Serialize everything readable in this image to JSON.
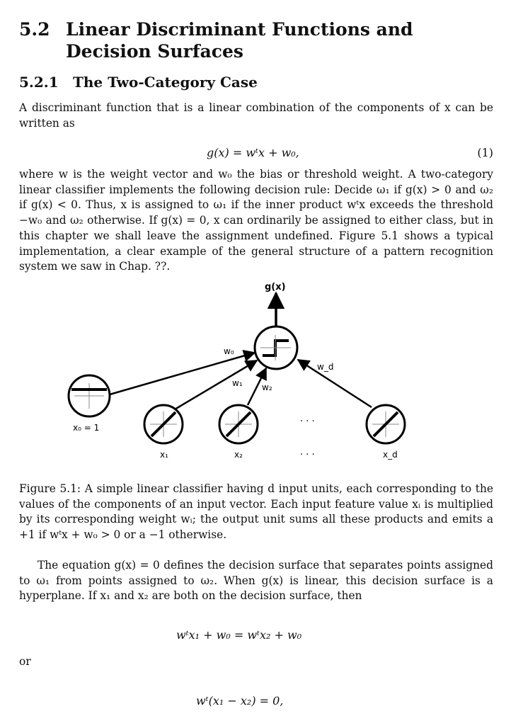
{
  "section": {
    "number": "5.2",
    "title": "Linear Discriminant Functions and Decision Surfaces"
  },
  "subsection": {
    "number": "5.2.1",
    "title": "The Two-Category Case"
  },
  "paragraph1": "A discriminant function that is a linear combination of the components of x can be written as",
  "equation1": {
    "text": "g(x) = wᵗx + w₀,",
    "number": "(1)"
  },
  "paragraph2": "where w is the weight vector and w₀ the bias or threshold weight. A two-category linear classifier implements the following decision rule: Decide ω₁ if g(x) > 0 and ω₂ if g(x) < 0. Thus, x is assigned to ω₁ if the inner product wᵗx exceeds the threshold −w₀ and ω₂ otherwise. If g(x) = 0, x can ordinarily be assigned to either class, but in this chapter we shall leave the assignment undefined. Figure 5.1 shows a typical implementation, a clear example of the general structure of a pattern recognition system we saw in Chap. ??.",
  "figure": {
    "output_label": "g(x)",
    "bias_weight_label": "w₀",
    "weight_labels": [
      "w₁",
      "w₂",
      "w_d"
    ],
    "bias_input_label": "x₀ = 1",
    "input_labels": [
      "x₁",
      "x₂",
      "x_d"
    ],
    "ellipsis": "· · ·"
  },
  "caption": "Figure 5.1: A simple linear classifier having d input units, each corresponding to the values of the components of an input vector. Each input feature value xᵢ is multiplied by its corresponding weight wᵢ; the output unit sums all these products and emits a +1 if wᵗx + w₀ > 0 or a −1 otherwise.",
  "paragraph3": "The equation g(x) = 0 defines the decision surface that separates points assigned to ω₁ from points assigned to ω₂. When g(x) is linear, this decision surface is a hyperplane. If x₁ and x₂ are both on the decision surface, then",
  "equation2": "wᵗx₁ + w₀ = wᵗx₂ + w₀",
  "or_text": "or",
  "equation3": "wᵗ(x₁ − x₂) = 0,"
}
